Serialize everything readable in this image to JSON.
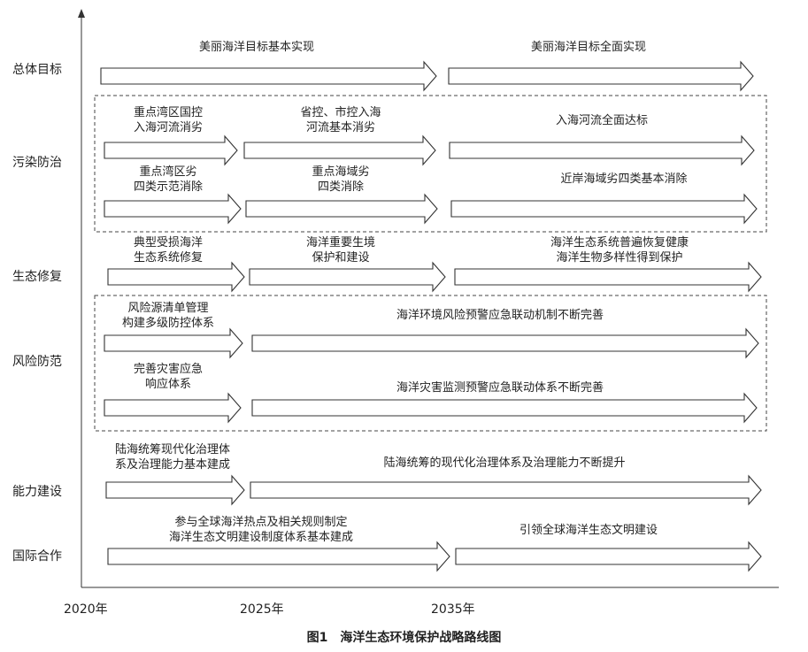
{
  "categories": [
    {
      "key": "overall",
      "label": "总体目标"
    },
    {
      "key": "pollution",
      "label": "污染防治"
    },
    {
      "key": "ecology",
      "label": "生态修复"
    },
    {
      "key": "risk",
      "label": "风险防范"
    },
    {
      "key": "capacity",
      "label": "能力建设"
    },
    {
      "key": "intl",
      "label": "国际合作"
    }
  ],
  "years": [
    "2020年",
    "2025年",
    "2035年"
  ],
  "arrow_labels": {
    "overall_1": "美丽海洋目标基本实现",
    "overall_2": "美丽海洋目标全面实现",
    "pollution_a1": "重点湾区国控\n入海河流消劣",
    "pollution_a2": "省控、市控入海\n河流基本消劣",
    "pollution_a3": "入海河流全面达标",
    "pollution_b1": "重点湾区劣\n四类示范消除",
    "pollution_b2": "重点海域劣\n四类消除",
    "pollution_b3": "近岸海域劣四类基本消除",
    "ecology_1": "典型受损海洋\n生态系统修复",
    "ecology_2": "海洋重要生境\n保护和建设",
    "ecology_3": "海洋生态系统普遍恢复健康\n海洋生物多样性得到保护",
    "risk_a1": "风险源清单管理\n构建多级防控体系",
    "risk_a2": "海洋环境风险预警应急联动机制不断完善",
    "risk_b1": "完善灾害应急\n响应体系",
    "risk_b2": "海洋灾害监测预警应急联动体系不断完善",
    "capacity_1": "陆海统筹现代化治理体\n系及治理能力基本建成",
    "capacity_2": "陆海统筹的现代化治理体系及治理能力不断提升",
    "intl_1": "参与全球海洋热点及相关规则制定\n海洋生态文明建设制度体系基本建成",
    "intl_2": "引领全球海洋生态文明建设"
  },
  "caption": "图1　海洋生态环境保护战略路线图"
}
